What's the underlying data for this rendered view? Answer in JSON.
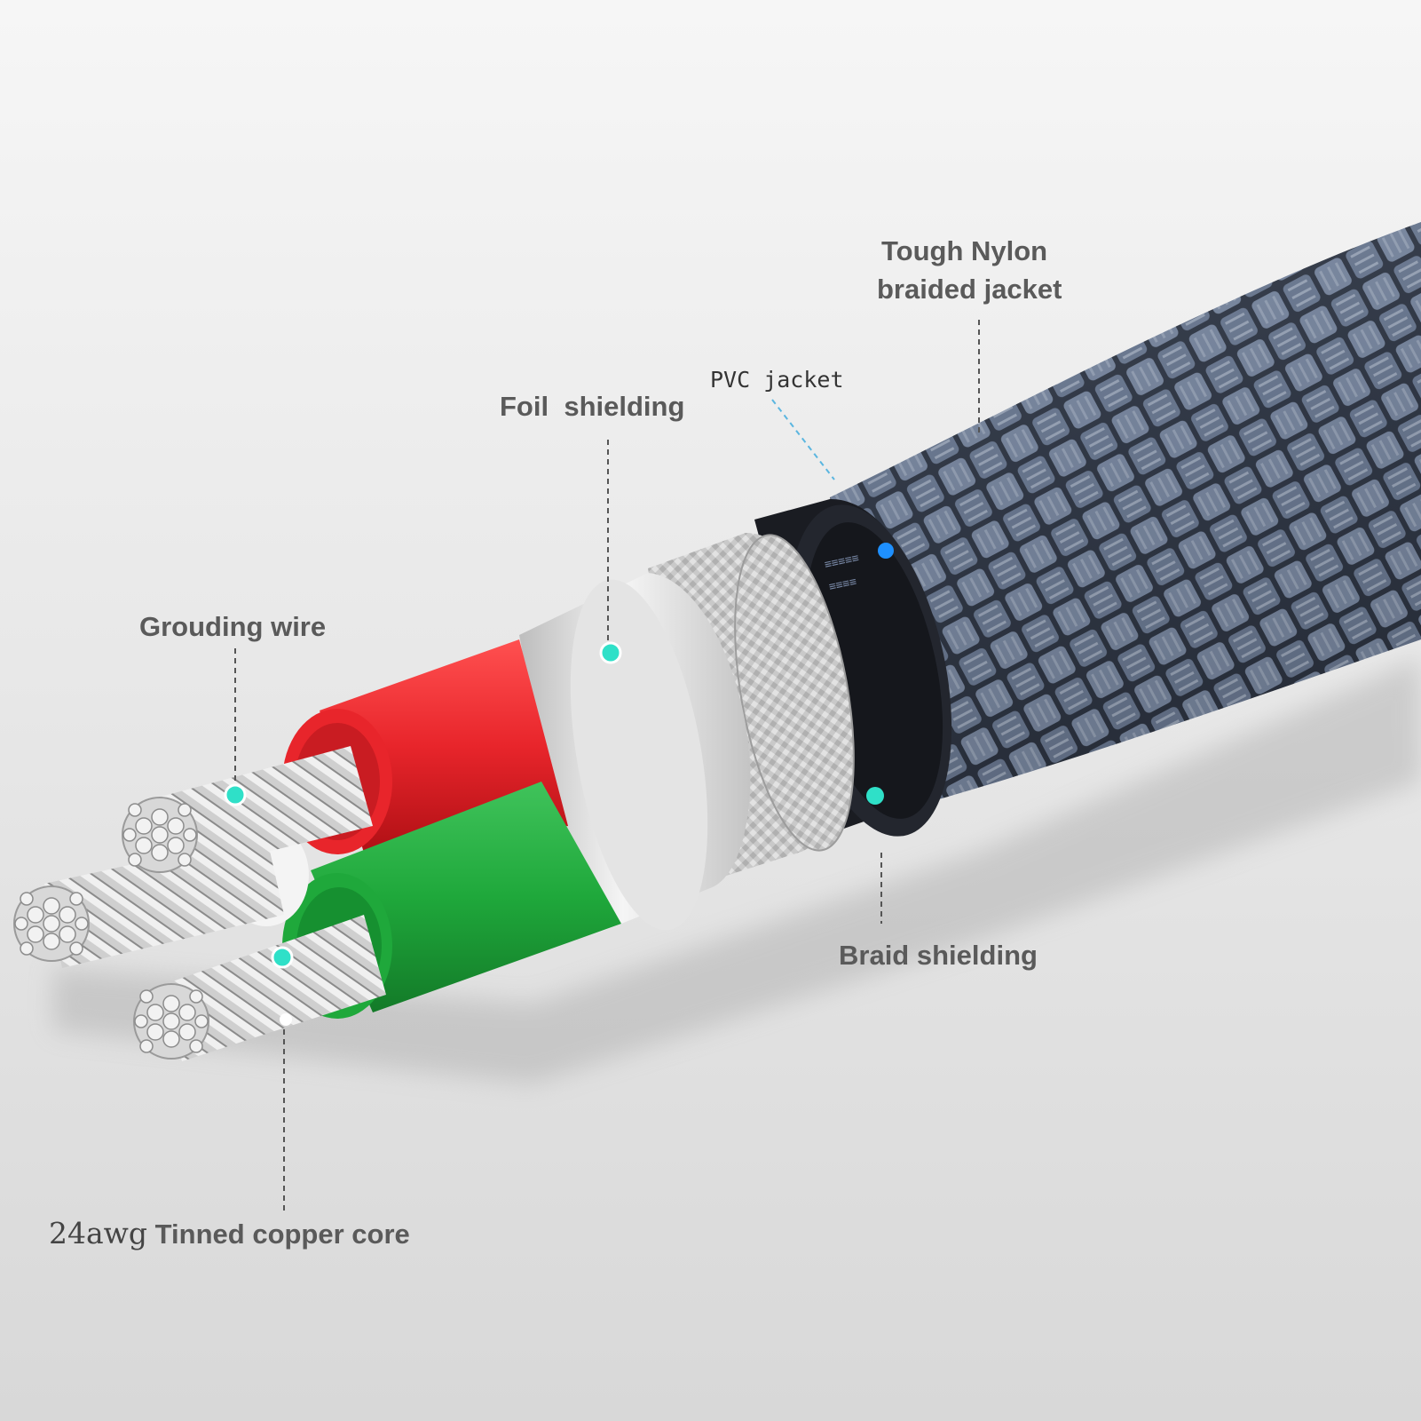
{
  "labels": {
    "nylon_jacket_line1": "Tough Nylon",
    "nylon_jacket_line2": "braided jacket",
    "pvc_jacket": "PVC  jacket",
    "foil_shielding": "Foil  shielding",
    "grounding_wire": "Grouding wire",
    "braid_shielding_a": "Braid",
    "braid_shielding_b": "shielding",
    "core_gauge": "24awg",
    "core_text": "Tinned copper core"
  },
  "colors": {
    "background_top": "#f4f4f4",
    "background_bottom": "#d9d9d9",
    "label_text": "#5a5a5a",
    "leader_line": "#555555",
    "pvc_leader_line": "#5bb6e0",
    "marker_teal": "#2fe0c8",
    "marker_blue": "#1e90ff",
    "wire_red": "#e8252b",
    "wire_green": "#1fa83b",
    "foil_silver": "#d9d9d9",
    "braid_mesh": "#a8a8a8",
    "pvc_black": "#1a1c22",
    "nylon_braid": "#5d6b80"
  }
}
